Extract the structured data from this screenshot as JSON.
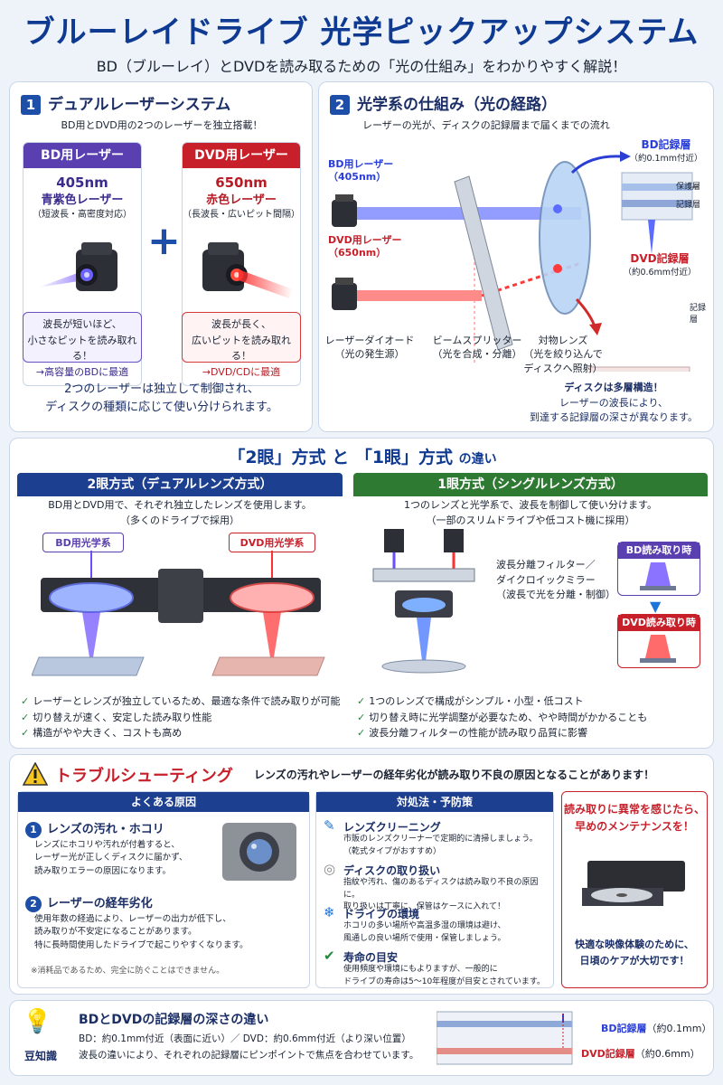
{
  "header": {
    "title": "ブルーレイドライブ 光学ピックアップシステム",
    "subtitle": "BD（ブルーレイ）とDVDを読み取るための「光の仕組み」をわかりやすく解説！"
  },
  "sec1": {
    "num": "1",
    "title": "デュアルレーザーシステム",
    "subtitle": "BD用とDVD用の2つのレーザーを独立搭載！",
    "bd": {
      "head": "BD用レーザー",
      "wavelength": "405nm",
      "name": "青紫色レーザー",
      "desc": "（短波長・高密度対応）",
      "note1": "波長が短いほど、",
      "note2": "小さなピットを読み取れる！",
      "note3": "→高容量のBDに最適",
      "color": "#5a3fb0"
    },
    "plus": "+",
    "dvd": {
      "head": "DVD用レーザー",
      "wavelength": "650nm",
      "name": "赤色レーザー",
      "desc": "（長波長・広いピット間隔）",
      "note1": "波長が長く、",
      "note2": "広いピットを読み取れる！",
      "note3": "→DVD/CDに最適",
      "color": "#c8202a"
    },
    "footer1": "2つのレーザーは独立して制御され、",
    "footer2": "ディスクの種類に応じて使い分けられます。"
  },
  "sec2": {
    "num": "2",
    "title": "光学系の仕組み（光の経路）",
    "subtitle": "レーザーの光が、ディスクの記録層まで届くまでの流れ",
    "bd_laser1": "BD用レーザー",
    "bd_laser2": "（405nm）",
    "dvd_laser1": "DVD用レーザー",
    "dvd_laser2": "（650nm）",
    "diode1": "レーザーダイオード",
    "diode2": "（光の発生源）",
    "splitter1": "ビームスプリッター",
    "splitter2": "（光を合成・分離）",
    "lens1": "対物レンズ",
    "lens2": "（光を絞り込んで",
    "lens3": "ディスクへ照射）",
    "bd_layer": "BD記録層",
    "bd_layer_depth": "（約0.1mm付近）",
    "protect": "保護層",
    "record1": "記録層",
    "dvd_layer": "DVD記録層",
    "dvd_layer_depth": "（約0.6mm付近）",
    "record2": "記録層",
    "note1": "ディスクは多層構造！",
    "note2": "レーザーの波長により、",
    "note3": "到達する記録層の深さが異なります。"
  },
  "sec3": {
    "title_a": "「2眼」方式",
    "title_and": "と",
    "title_b": "「1眼」方式",
    "title_c": "の違い",
    "left": {
      "banner": "2眼方式（デュアルレンズ方式）",
      "desc1": "BD用とDVD用で、それぞれ独立したレンズを使用します。",
      "desc2": "（多くのドライブで採用）",
      "tag_bd": "BD用光学系",
      "tag_dvd": "DVD用光学系",
      "checks": [
        "レーザーとレンズが独立しているため、最適な条件で読み取りが可能",
        "切り替えが速く、安定した読み取り性能",
        "構造がやや大きく、コストも高め"
      ]
    },
    "right": {
      "banner": "1眼方式（シングルレンズ方式）",
      "desc1": "1つのレンズと光学系で、波長を制御して使い分けます。",
      "desc2": "（一部のスリムドライブや低コスト機に採用）",
      "filter1": "波長分離フィルター／",
      "filter2": "ダイクロイックミラー",
      "filter3": "（波長で光を分離・制御）",
      "bd_read": "BD読み取り時",
      "dvd_read": "DVD読み取り時",
      "checks": [
        "1つのレンズで構成がシンプル・小型・低コスト",
        "切り替え時に光学調整が必要なため、やや時間がかかることも",
        "波長分離フィルターの性能が読み取り品質に影響"
      ]
    }
  },
  "sec4": {
    "title": "トラブルシューティング",
    "headline": "レンズの汚れやレーザーの経年劣化が読み取り不良の原因となることがあります！",
    "causes": {
      "banner": "よくある原因",
      "c1_title": "レンズの汚れ・ホコリ",
      "c1_text": [
        "レンズにホコリや汚れが付着すると、",
        "レーザー光が正しくディスクに届かず、",
        "読み取りエラーの原因になります。"
      ],
      "c2_title": "レーザーの経年劣化",
      "c2_text": [
        "使用年数の経過により、レーザーの出力が低下し、",
        "読み取りが不安定になることがあります。",
        "特に長時間使用したドライブで起こりやすくなります。"
      ],
      "footnote": "※消耗品であるため、完全に防ぐことはできません。"
    },
    "fixes": {
      "banner": "対処法・予防策",
      "f1_title": "レンズクリーニング",
      "f1_text": [
        "市販のレンズクリーナーで定期的に清掃しましょう。",
        "（乾式タイプがおすすめ）"
      ],
      "f2_title": "ディスクの取り扱い",
      "f2_text": [
        "指紋や汚れ、傷のあるディスクは読み取り不良の原因に。",
        "取り扱いは丁寧に、保管はケースに入れて！"
      ],
      "f3_title": "ドライブの環境",
      "f3_text": [
        "ホコリの多い場所や高温多湿の環境は避け、",
        "風通しの良い場所で使用・保管しましょう。"
      ],
      "f4_title": "寿命の目安",
      "f4_text": [
        "使用頻度や環境にもよりますが、一般的に",
        "ドライブの寿命は5〜10年程度が目安とされています。"
      ]
    },
    "advice": {
      "line1": "読み取りに異常を感じたら、",
      "line2": "早めのメンテナンスを！",
      "line3": "快適な映像体験のために、",
      "line4": "日頃のケアが大切です！"
    }
  },
  "trivia": {
    "label": "豆知識",
    "title": "BDとDVDの記録層の深さの違い",
    "line1": "BD：約0.1mm付近（表面に近い）／ DVD：約0.6mm付近（より深い位置）",
    "line2": "波長の違いにより、それぞれの記録層にピンポイントで焦点を合わせています。",
    "bd_label": "BD記録層",
    "bd_depth": "（約0.1mm）",
    "dvd_label": "DVD記録層",
    "dvd_depth": "（約0.6mm）"
  }
}
